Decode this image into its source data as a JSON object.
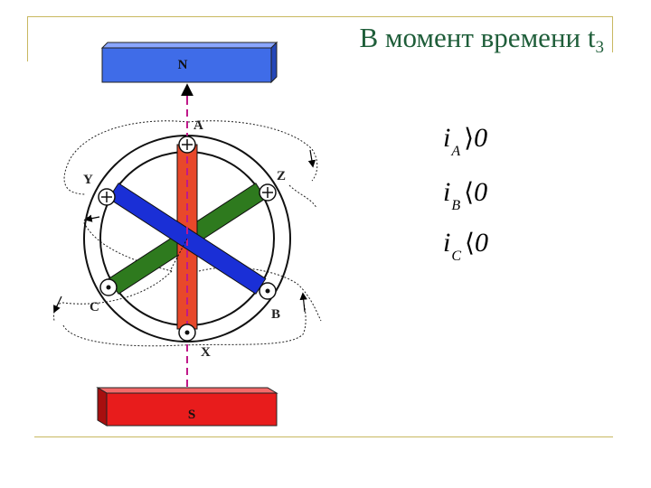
{
  "title": {
    "text": "В момент времени t",
    "subscript": "3"
  },
  "magnet_labels": {
    "north": "N",
    "south": "S"
  },
  "terminal_labels": {
    "a": "A",
    "x": "X",
    "y": "Y",
    "z": "Z",
    "c": "C",
    "b": "B"
  },
  "currents": [
    {
      "symbol": "i",
      "subscript": "A",
      "relation": "⟩",
      "value": "0"
    },
    {
      "symbol": "i",
      "subscript": "B",
      "relation": "⟨",
      "value": "0"
    },
    {
      "symbol": "i",
      "subscript": "C",
      "relation": "⟨",
      "value": "0"
    }
  ],
  "colors": {
    "north_magnet": "#3f6ce8",
    "south_magnet": "#e81c1c",
    "coil_a": "#e8482a",
    "coil_b": "#1a2fd6",
    "coil_c": "#2e7a1e",
    "axis_line": "#c0198a",
    "title": "#1f5e3a",
    "frame": "#c8b860"
  }
}
